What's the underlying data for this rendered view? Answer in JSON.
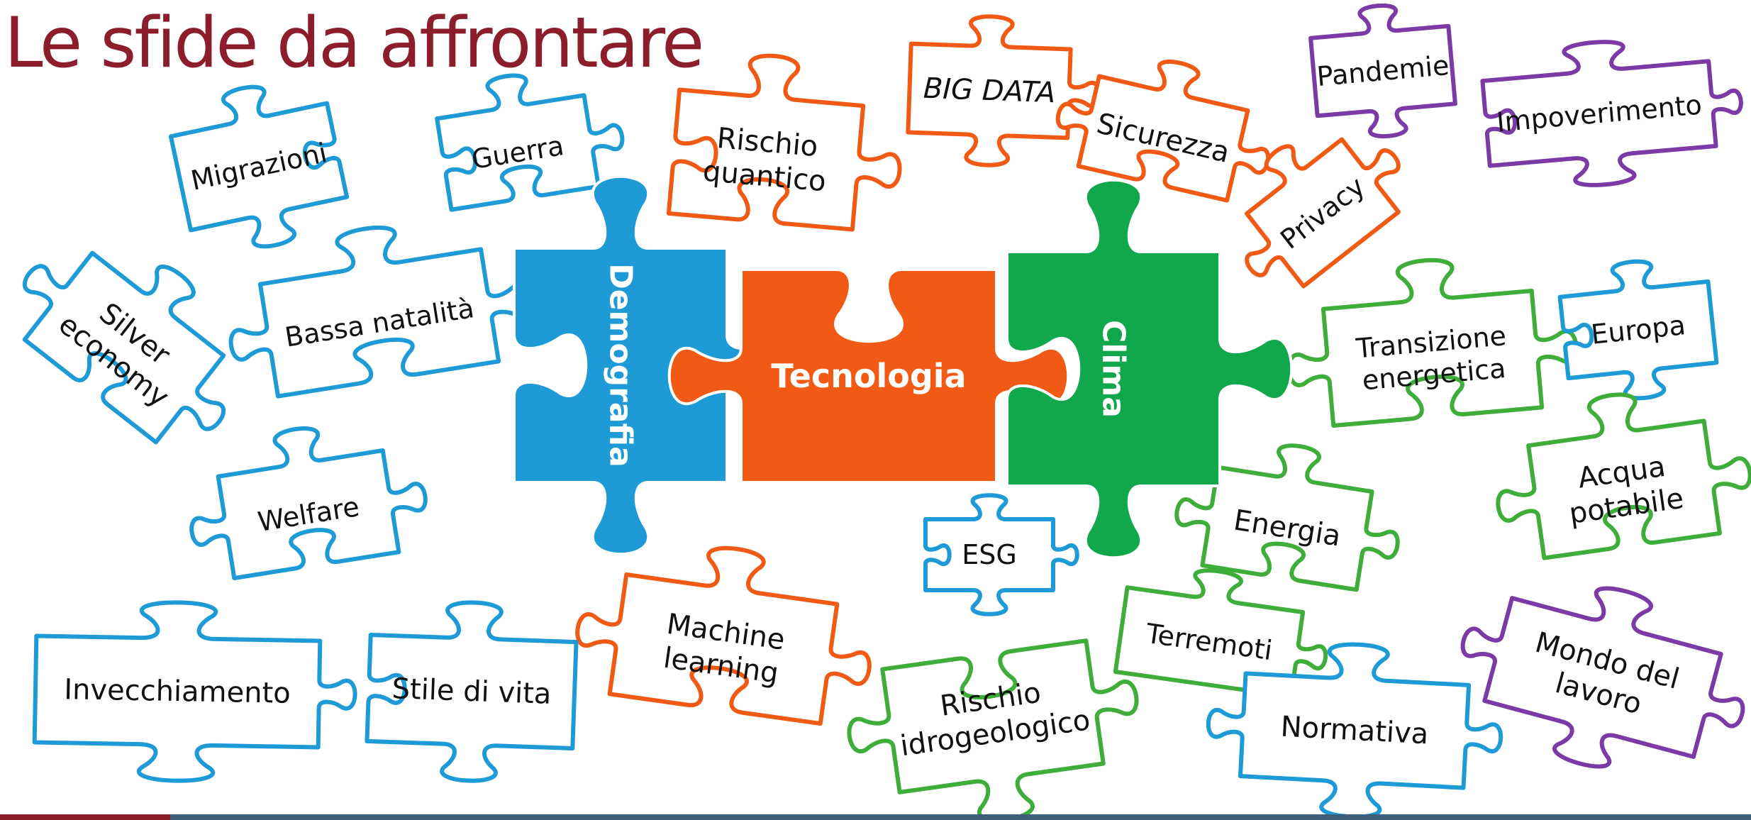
{
  "title": "Le sfide da affrontare",
  "colors": {
    "title": "#8B1E2A",
    "demografia": "#1E9AD6",
    "tecnologia": "#F05A14",
    "clima": "#10A84A",
    "green": "#3FAD3A",
    "purple": "#7B3AA5"
  },
  "core": [
    {
      "id": "demografia",
      "label": "Demografia",
      "color": "#1E9AD6"
    },
    {
      "id": "tecnologia",
      "label": "Tecnologia",
      "color": "#F05A14"
    },
    {
      "id": "clima",
      "label": "Clima",
      "color": "#10A84A"
    }
  ],
  "pieces": [
    {
      "id": "migrazioni",
      "lines": [
        "Migrazioni"
      ],
      "color": "#1E9AD6"
    },
    {
      "id": "guerra",
      "lines": [
        "Guerra"
      ],
      "color": "#1E9AD6"
    },
    {
      "id": "rischio-quantico",
      "lines": [
        "Rischio",
        "quantico"
      ],
      "color": "#F05A14"
    },
    {
      "id": "big-data",
      "lines": [
        "BIG DATA"
      ],
      "color": "#F05A14",
      "italic": true
    },
    {
      "id": "sicurezza",
      "lines": [
        "Sicurezza"
      ],
      "color": "#F05A14"
    },
    {
      "id": "privacy",
      "lines": [
        "Privacy"
      ],
      "color": "#F05A14"
    },
    {
      "id": "pandemie",
      "lines": [
        "Pandemie"
      ],
      "color": "#7B3AA5"
    },
    {
      "id": "impoverimento",
      "lines": [
        "Impoverimento"
      ],
      "color": "#7B3AA5"
    },
    {
      "id": "silver-economy",
      "lines": [
        "Silver",
        "economy"
      ],
      "color": "#1E9AD6"
    },
    {
      "id": "bassa-natalita",
      "lines": [
        "Bassa natalità"
      ],
      "color": "#1E9AD6"
    },
    {
      "id": "transizione-energetica",
      "lines": [
        "Transizione",
        "energetica"
      ],
      "color": "#3FAD3A"
    },
    {
      "id": "europa",
      "lines": [
        "Europa"
      ],
      "color": "#1E9AD6"
    },
    {
      "id": "welfare",
      "lines": [
        "Welfare"
      ],
      "color": "#1E9AD6"
    },
    {
      "id": "acqua-potabile",
      "lines": [
        "Acqua",
        "potabile"
      ],
      "color": "#3FAD3A"
    },
    {
      "id": "esg",
      "lines": [
        "ESG"
      ],
      "color": "#1E9AD6"
    },
    {
      "id": "energia",
      "lines": [
        "Energia"
      ],
      "color": "#3FAD3A"
    },
    {
      "id": "machine-learning",
      "lines": [
        "Machine",
        "learning"
      ],
      "color": "#F05A14"
    },
    {
      "id": "invecchiamento",
      "lines": [
        "Invecchiamento"
      ],
      "color": "#1E9AD6"
    },
    {
      "id": "stile-di-vita",
      "lines": [
        "Stile di vita"
      ],
      "color": "#1E9AD6"
    },
    {
      "id": "terremoti",
      "lines": [
        "Terremoti"
      ],
      "color": "#3FAD3A"
    },
    {
      "id": "rischio-idrogeologico",
      "lines": [
        "Rischio",
        "idrogeologico"
      ],
      "color": "#3FAD3A"
    },
    {
      "id": "normativa",
      "lines": [
        "Normativa"
      ],
      "color": "#1E9AD6"
    },
    {
      "id": "mondo-del-lavoro",
      "lines": [
        "Mondo del",
        "lavoro"
      ],
      "color": "#7B3AA5"
    }
  ]
}
